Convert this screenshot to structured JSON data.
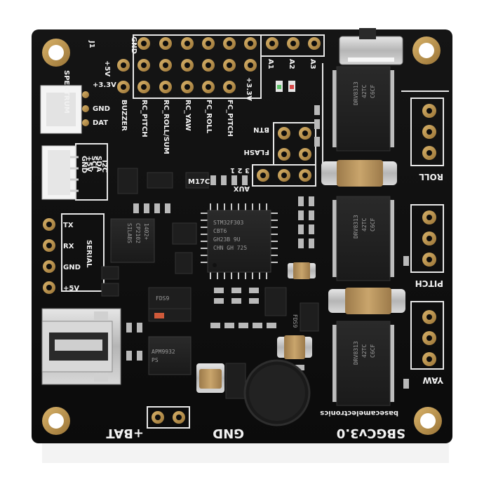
{
  "board": {
    "silk_top_gnd": "GND",
    "silk_top_5v": "+5V",
    "silk_j1": "J1",
    "silk_spektrum": "SPEKTRUM",
    "silk_spk_33v": "+3.3V",
    "silk_spk_gnd": "GND",
    "silk_spk_dat": "DAT",
    "rc_labels": [
      "BUZZER",
      "RC_PITCH",
      "RC_ROLL/SUM",
      "RC_YAW",
      "FC_ROLL",
      "FC_PITCH"
    ],
    "silk_33v": "+3.3V",
    "silk_a1": "A1",
    "silk_a2": "A2",
    "silk_a3": "A3",
    "silk_btn": "BTN",
    "silk_flash": "FLASH",
    "silk_aux": "AUX",
    "silk_aux_nums": "3 2 1",
    "silk_i2c": "I2C",
    "silk_i2c_pins": [
      "GND",
      "+5V",
      "SCL",
      "SDA"
    ],
    "silk_serial": "SERIAL",
    "silk_serial_pins": [
      "TX",
      "RX",
      "GND",
      "+5V"
    ],
    "silk_m17c": "M17C",
    "silk_roll": "ROLL",
    "silk_pitch": "PITCH",
    "silk_yaw": "YAW",
    "silk_bat": "+BAT",
    "silk_gnd_bottom": "GND",
    "silk_version": "SBGCv3.0",
    "silk_vendor": "basecamelectronics",
    "mcu_lines": [
      "STM32F303",
      "CBT6",
      "GH23B 9U",
      "CHN GH 725"
    ],
    "driver_lines": [
      "DRV8313",
      "42TC",
      "C6CF"
    ],
    "usb_ic_lines": [
      "SILABS",
      "CP2102",
      "1402+"
    ],
    "mosfet_lines": [
      "FDS9"
    ],
    "mosfet2_lines": [
      "FDS9"
    ],
    "mosfet3_lines": [
      "APM9932",
      "PS"
    ]
  }
}
